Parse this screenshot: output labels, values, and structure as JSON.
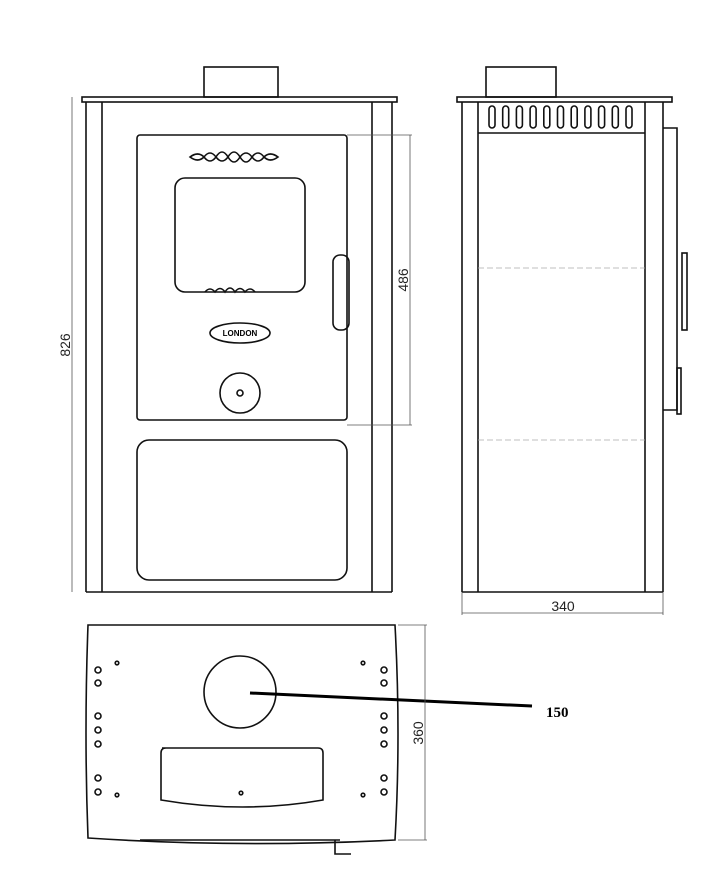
{
  "title": "Stove dimension drawing",
  "views": {
    "front": {
      "logo_text": "LONDON",
      "height_dim": "826",
      "door_dim": "486"
    },
    "side": {
      "depth_dim": "340"
    },
    "top": {
      "width_dim": "360",
      "flue_dim": "150"
    }
  },
  "colors": {
    "line": "#111111",
    "background": "#ffffff"
  }
}
